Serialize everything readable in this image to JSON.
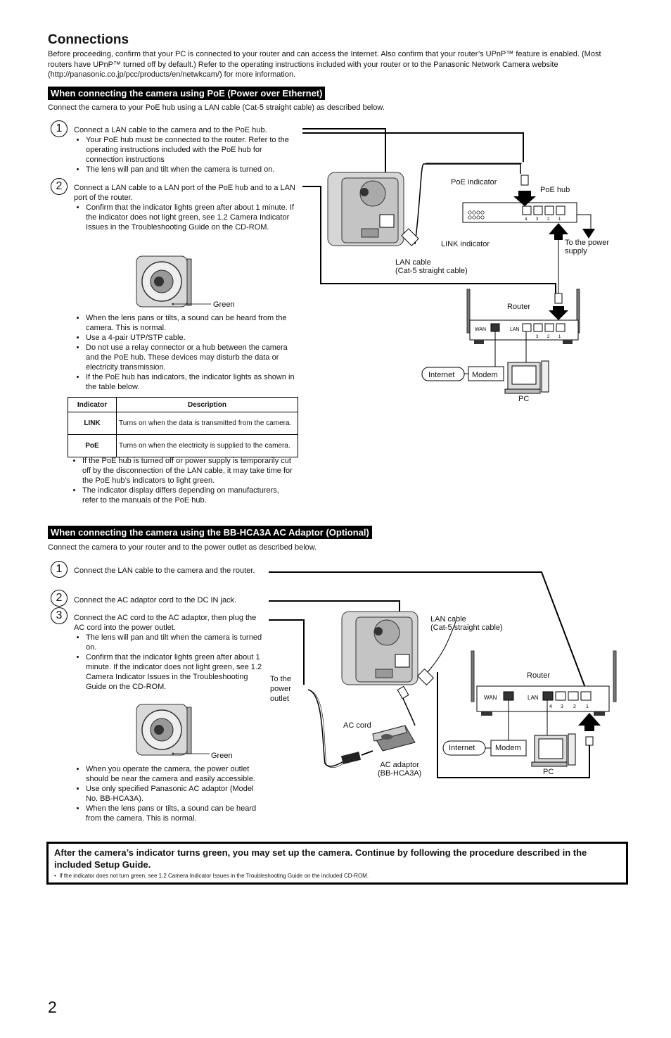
{
  "title": "Connections",
  "intro": "Before proceeding, confirm that your PC is connected to your router and can access the Internet. Also confirm that your router’s UPnP™ feature is enabled. (Most routers have UPnP™ turned off by default.) Refer to the operating instructions included with your router or to the Panasonic Network Camera website (http://panasonic.co.jp/pcc/products/en/netwkcam/) for more information.",
  "poe": {
    "heading": "When connecting the camera using PoE (Power over Ethernet)",
    "subtitle": "Connect the camera to your PoE hub using a LAN cable (Cat-5 straight cable) as described below.",
    "step1_num": "1",
    "step1": "Connect a LAN cable to the camera and to the PoE hub.",
    "step1_bullets": [
      "Your PoE hub must be connected to the router. Refer to the operating instructions included with the PoE hub for connection instructions",
      "The lens will pan and tilt when the camera is turned on."
    ],
    "step2_num": "2",
    "step2": "Connect a LAN cable to a LAN port of the PoE hub and to a LAN port of the router.",
    "step2_bullets": [
      "Confirm that the indicator lights green after about 1 minute. If the indicator does not light green, see 1.2 Camera Indicator Issues in the Troubleshooting Guide on the CD-ROM."
    ],
    "green_label": "Green",
    "bullets2": [
      "When the lens pans or tilts, a sound can be heard from the camera. This is normal.",
      "Use a 4-pair UTP/STP cable.",
      "Do not use a relay connector or a hub between the camera and the PoE hub. These devices may disturb the data or electricity transmission.",
      "If the PoE hub has indicators, the indicator lights as shown in the table below."
    ],
    "table": {
      "headers": [
        "Indicator",
        "Description"
      ],
      "rows": [
        {
          "indicator": "LINK",
          "description": "Turns on when the data is transmitted from the camera."
        },
        {
          "indicator": "PoE",
          "description": "Turns on when the electricity is supplied to the camera."
        }
      ]
    },
    "bullets3": [
      "If the PoE hub is turned off or power supply is temporarily cut off by the disconnection of the LAN cable, it may take time for the PoE hub’s indicators to light green.",
      "The indicator display differs depending on manufacturers, refer to the manuals of the PoE hub."
    ],
    "diagram": {
      "poe_indicator": "PoE indicator",
      "poe_hub": "PoE hub",
      "link_indicator": "LINK indicator",
      "to_power_1": "To the power",
      "to_power_2": "supply",
      "lan_cable_1": "LAN cable",
      "lan_cable_2": "(Cat-5 straight cable)",
      "router": "Router",
      "wan": "WAN",
      "lan": "LAN",
      "internet": "Internet",
      "modem": "Modem",
      "pc": "PC",
      "hub_ports": [
        "4",
        "3",
        "2",
        "1"
      ],
      "router_ports": [
        "3",
        "2",
        "1"
      ]
    }
  },
  "ac": {
    "heading": "When connecting the camera using the BB-HCA3A AC Adaptor (Optional)",
    "subtitle": "Connect the camera to your router and to the power outlet as described below.",
    "step1_num": "1",
    "step1": "Connect the LAN cable to the camera and the router.",
    "step2_num": "2",
    "step2": "Connect the AC adaptor cord to the DC IN jack.",
    "step3_num": "3",
    "step3": "Connect the AC cord to the AC adaptor, then plug the AC cord into the power outlet.",
    "step3_bullets": [
      "The lens will pan and tilt when the camera is turned on.",
      "Confirm that the indicator lights green after about 1 minute. If the indicator does not light green, see 1.2 Camera Indicator Issues in the Troubleshooting Guide on the CD-ROM."
    ],
    "green_label": "Green",
    "bullets2": [
      "When you operate the camera, the power outlet should be near the camera and easily accessible.",
      "Use only specified Panasonic AC adaptor (Model No. BB-HCA3A).",
      "When the lens pans or tilts, a sound can be heard from the camera. This is normal."
    ],
    "diagram": {
      "lan_cable_1": "LAN cable",
      "lan_cable_2": "(Cat-5 straight cable)",
      "router": "Router",
      "to_power_1": "To the",
      "to_power_2": "power",
      "to_power_3": "outlet",
      "ac_cord": "AC cord",
      "ac_adaptor_1": "AC adaptor",
      "ac_adaptor_2": "(BB-HCA3A)",
      "wan": "WAN",
      "lan": "LAN",
      "internet": "Internet",
      "modem": "Modem",
      "pc": "PC",
      "router_ports": [
        "4",
        "3",
        "2",
        "1"
      ]
    }
  },
  "notice": {
    "title": "After the camera’s indicator turns green, you may set up the camera. Continue by following the procedure described in the included Setup Guide.",
    "note": "If the indicator does not turn green, see 1.2 Camera Indicator Issues in the Troubleshooting Guide on the included CD-ROM."
  },
  "page_number": "2"
}
